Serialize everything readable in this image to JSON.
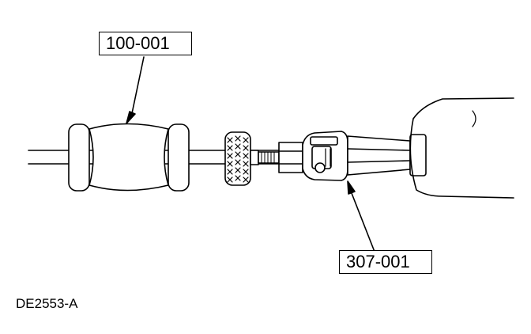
{
  "callouts": {
    "tool_a": "100-001",
    "tool_b": "307-001"
  },
  "figure_id": "DE2553-A"
}
